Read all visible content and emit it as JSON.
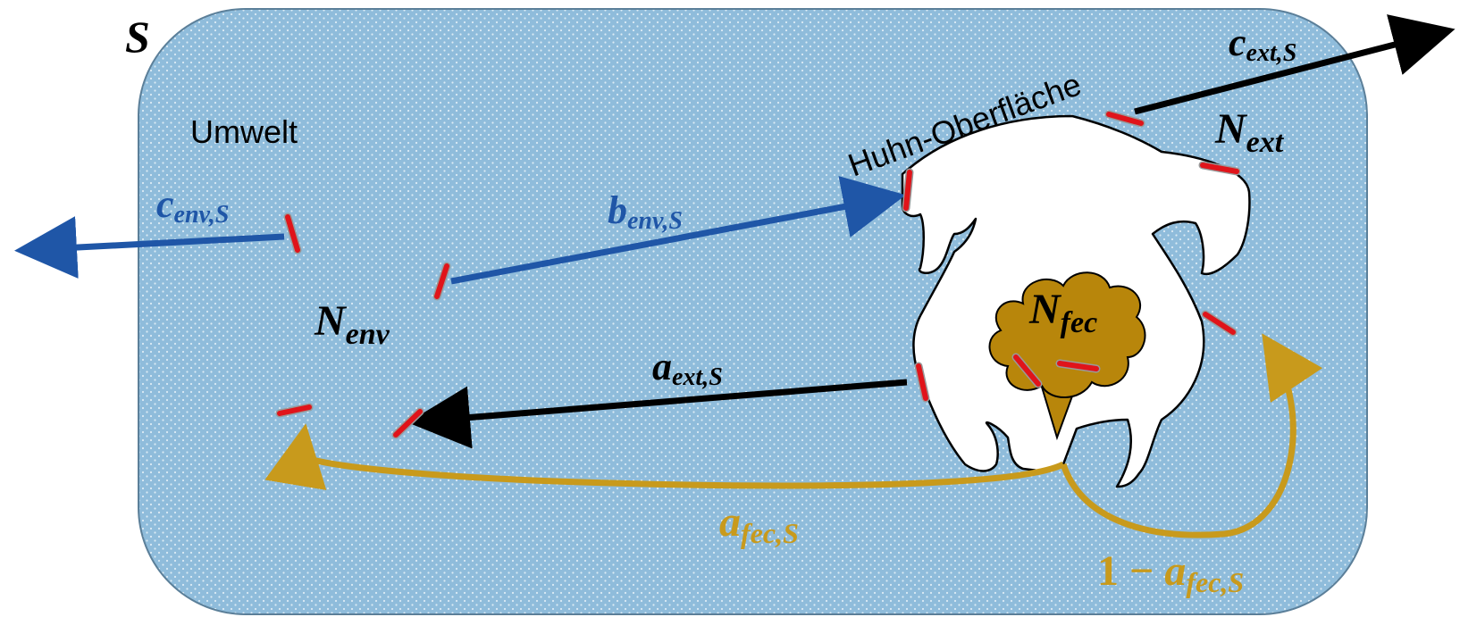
{
  "labels": {
    "set_symbol": "S",
    "environment": "Umwelt",
    "chicken_surface": "Huhn-Oberfläche",
    "n_env": {
      "base": "N",
      "sub": "env"
    },
    "n_ext": {
      "base": "N",
      "sub": "ext"
    },
    "n_fec": {
      "base": "N",
      "sub": "fec"
    },
    "c_env_s": {
      "base": "c",
      "sub": "env,S"
    },
    "b_env_s": {
      "base": "b",
      "sub": "env,S"
    },
    "c_ext_s": {
      "base": "c",
      "sub": "ext,S"
    },
    "a_ext_s": {
      "base": "a",
      "sub": "ext,S"
    },
    "a_fec_s": {
      "base": "a",
      "sub": "fec,S"
    },
    "one_minus_a_fec_s": {
      "prefix": "1 − ",
      "base": "a",
      "sub": "fec,S"
    }
  },
  "colors": {
    "background": "#8fbcdb",
    "dots": "#d6e8f3",
    "border": "#5b7f99",
    "blue_arrow": "#1f56a7",
    "black_arrow": "#000000",
    "gold": "#c89a1c",
    "feces": "#b8860b",
    "bacteria": "#e0141a",
    "bacteria_outline": "#a0a0a0",
    "chicken": "#ffffff"
  }
}
